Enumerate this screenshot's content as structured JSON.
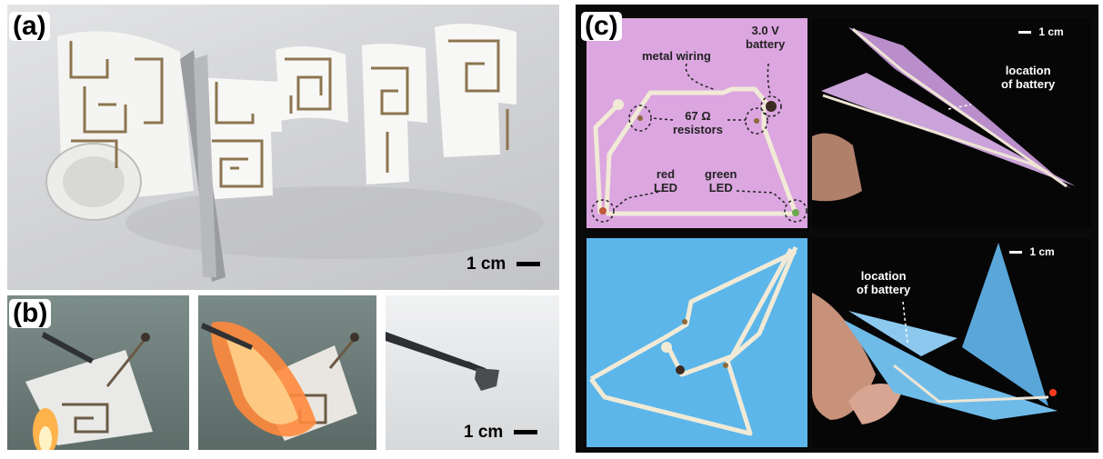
{
  "figure": {
    "panels": {
      "a": {
        "label": "(a)",
        "scale_bar": "1 cm"
      },
      "b": {
        "label": "(b)",
        "scale_bar": "1 cm"
      },
      "c": {
        "label": "(c)",
        "annotations": {
          "battery": "3.0 V\nbattery",
          "wiring": "metal wiring",
          "resistors": "67 Ω\nresistors",
          "red_led": "red\nLED",
          "green_led": "green\nLED",
          "plane_battery": "location\nof battery",
          "crane_battery": "location\nof battery"
        },
        "scale_bar_plane": "1 cm",
        "scale_bar_crane": "1 cm"
      }
    },
    "colors": {
      "panel_c_background": "#0a0a0a",
      "purple_paper": "#dca6e0",
      "blue_paper": "#5cb6ea",
      "metal_trace": "#f1ead6"
    }
  }
}
